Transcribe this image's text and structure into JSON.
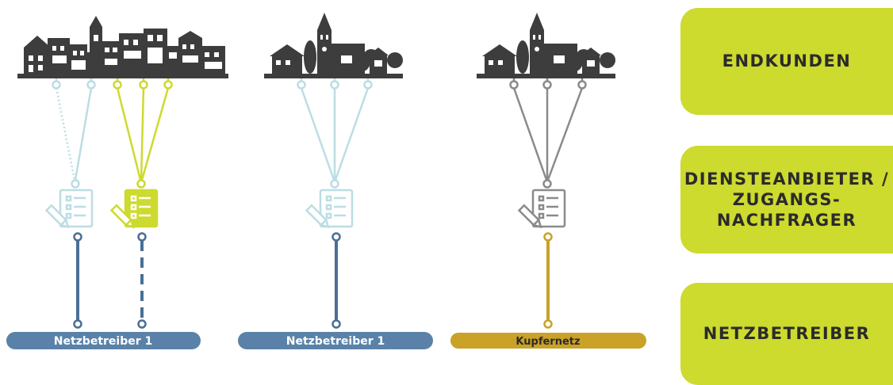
{
  "roles": {
    "endkunden": "ENDKUNDEN",
    "diensteanbieter": "DIENSTEANBIETER /\nZUGANGS-\nNACHFRAGER",
    "netzbetreiber": "NETZBETREIBER"
  },
  "networks": [
    {
      "label": "Netzbetreiber 1",
      "color": "#5a82a8"
    },
    {
      "label": "Netzbetreiber 1",
      "color": "#5a82a8"
    },
    {
      "label": "Kupfernetz",
      "color": "#c9a227"
    }
  ],
  "colors": {
    "town": "#3d3d3d",
    "light_blue": "#bcdde4",
    "lime": "#cdda2e",
    "gray": "#8a8a8a",
    "dark_blue": "#4a6f96",
    "copper": "#c9a227"
  }
}
